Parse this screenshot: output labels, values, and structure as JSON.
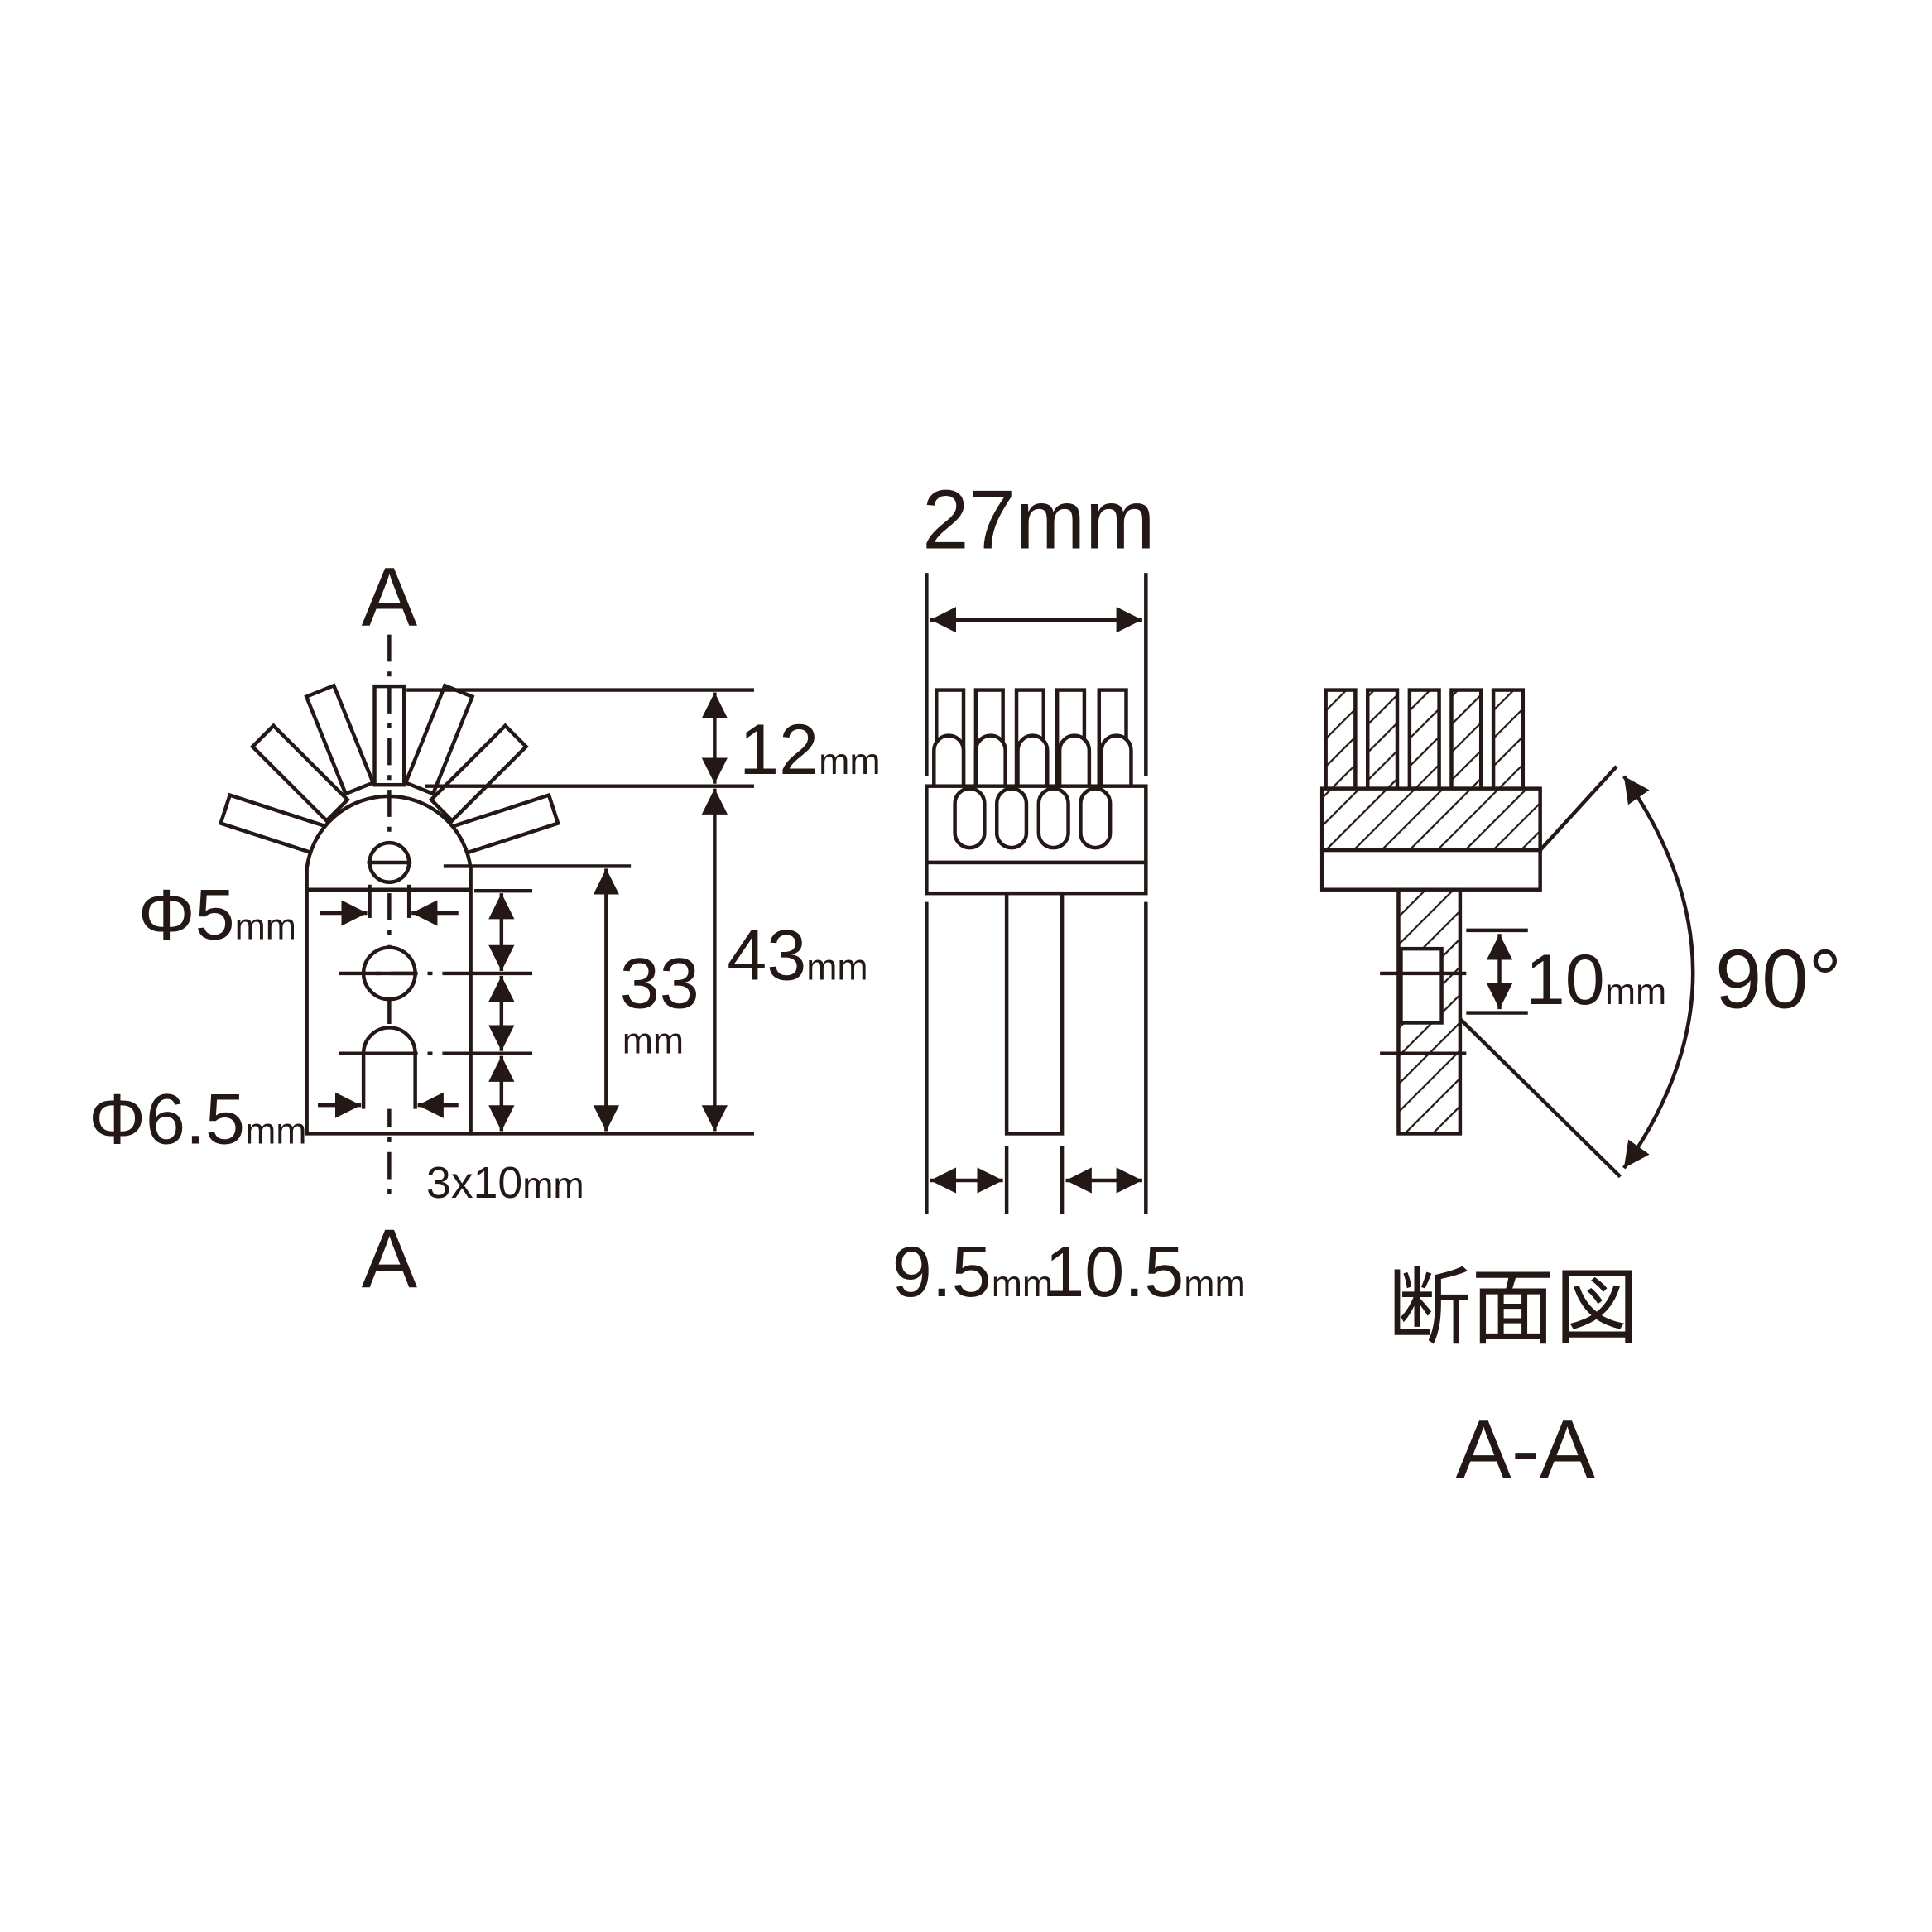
{
  "front_view": {
    "section_mark_top": "A",
    "section_mark_bottom": "A",
    "dim_bristle_height": {
      "value": "12",
      "unit": "mm"
    },
    "dim_total_height": {
      "value": "43",
      "unit": "mm"
    },
    "dim_hole_span": {
      "value": "33",
      "unit": "mm"
    },
    "dim_small_hole": {
      "value": "Φ5",
      "unit": "mm"
    },
    "dim_large_hole": {
      "value": "Φ6.5",
      "unit": "mm"
    },
    "dim_hole_pitch": {
      "value": "3x10",
      "unit": "mm"
    }
  },
  "side_view": {
    "dim_width": "27mm",
    "dim_left": {
      "value": "9.5",
      "unit": "mm"
    },
    "dim_right": {
      "value": "10.5",
      "unit": "mm"
    }
  },
  "section_view": {
    "dim_offset": {
      "value": "10",
      "unit": "mm"
    },
    "angle": "90°",
    "title": "断面図",
    "subtitle": "A-A"
  }
}
